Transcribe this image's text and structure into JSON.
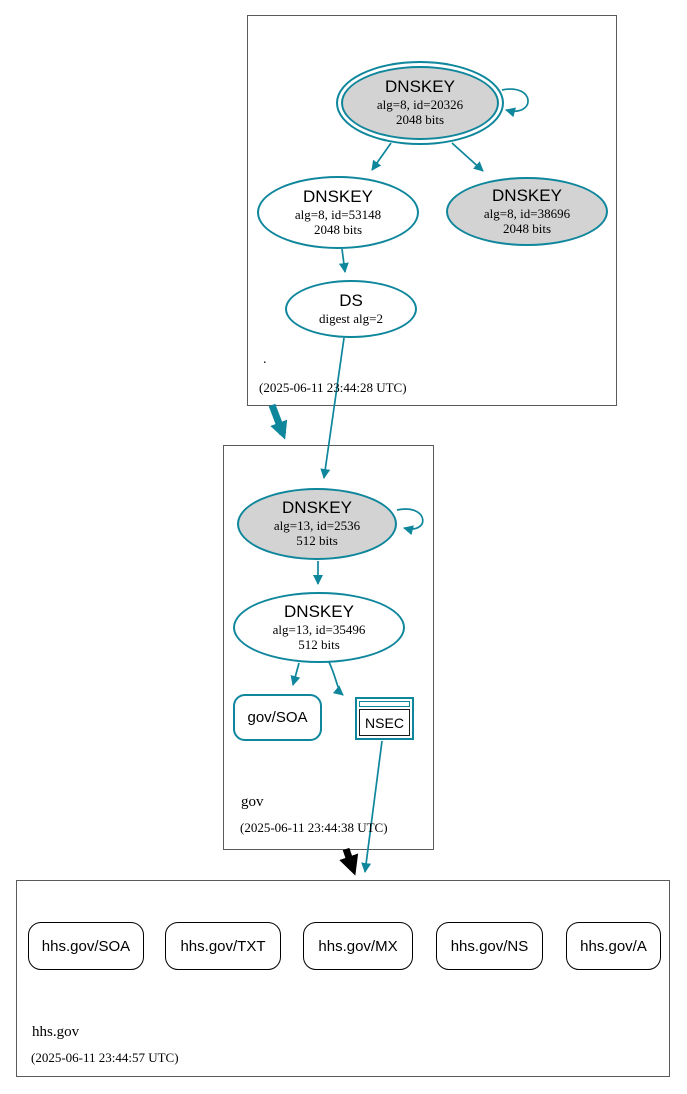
{
  "colors": {
    "secure": "#0e869c",
    "insecure_delegation": "#000000",
    "ksk_fill": "#d3d3d3",
    "cluster_border": "#5a5a5a"
  },
  "zones": {
    "root": {
      "label": ".",
      "timestamp": "(2025-06-11 23:44:28 UTC)",
      "nodes": {
        "ksk": {
          "title": "DNSKEY",
          "detail1": "alg=8, id=20326",
          "detail2": "2048 bits"
        },
        "zsk": {
          "title": "DNSKEY",
          "detail1": "alg=8, id=53148",
          "detail2": "2048 bits"
        },
        "dnskey3": {
          "title": "DNSKEY",
          "detail1": "alg=8, id=38696",
          "detail2": "2048 bits"
        },
        "ds": {
          "title": "DS",
          "detail1": "digest alg=2"
        }
      }
    },
    "gov": {
      "label": "gov",
      "timestamp": "(2025-06-11 23:44:38 UTC)",
      "nodes": {
        "ksk": {
          "title": "DNSKEY",
          "detail1": "alg=13, id=2536",
          "detail2": "512 bits"
        },
        "zsk": {
          "title": "DNSKEY",
          "detail1": "alg=13, id=35496",
          "detail2": "512 bits"
        },
        "soa": {
          "label": "gov/SOA"
        },
        "nsec": {
          "label": "NSEC"
        }
      }
    },
    "hhs_gov": {
      "label": "hhs.gov",
      "timestamp": "(2025-06-11 23:44:57 UTC)",
      "rrsets": [
        {
          "label": "hhs.gov/SOA"
        },
        {
          "label": "hhs.gov/TXT"
        },
        {
          "label": "hhs.gov/MX"
        },
        {
          "label": "hhs.gov/NS"
        },
        {
          "label": "hhs.gov/A"
        }
      ]
    }
  }
}
